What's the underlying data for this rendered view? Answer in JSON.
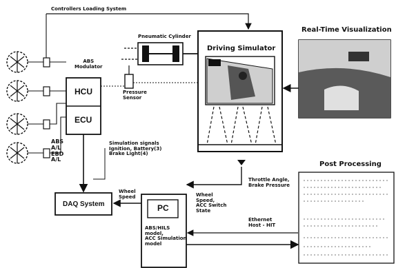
{
  "labels": {
    "controllers_line": "Controllers Loading System",
    "realtime": "Real-Time Visualization",
    "cylinder": "Pneumatic Cylinder",
    "driving_sim": "Driving Simulator",
    "abs_module": "ABS\nModulator",
    "hcu": "HCU",
    "ecu": "ECU",
    "pressure_sensor": "Pressure\nSensor",
    "abs_group": "ABS\nA/L\nEBD\nA/L",
    "sim_signals": "Simulation signals\nIgnition, Battery(3)\nBrake Light(4)",
    "daq": "DAQ System",
    "wheel_speed_daq": "Wheel\nSpeed",
    "pc": "PC",
    "pc_label": "ABS/HILS\nmodel,\nACC Simulation\nmodel",
    "wheel_speed_pc": "Wheel\nSpeed,\nACC Switch\nState",
    "throttle": "Throttle Angle,\nBrake Pressure",
    "ethernet": "Ethernet\nHost - HIT",
    "post": "Post Processing"
  },
  "colors": {
    "ink": "#111111",
    "screen": "#bdbdbd"
  }
}
